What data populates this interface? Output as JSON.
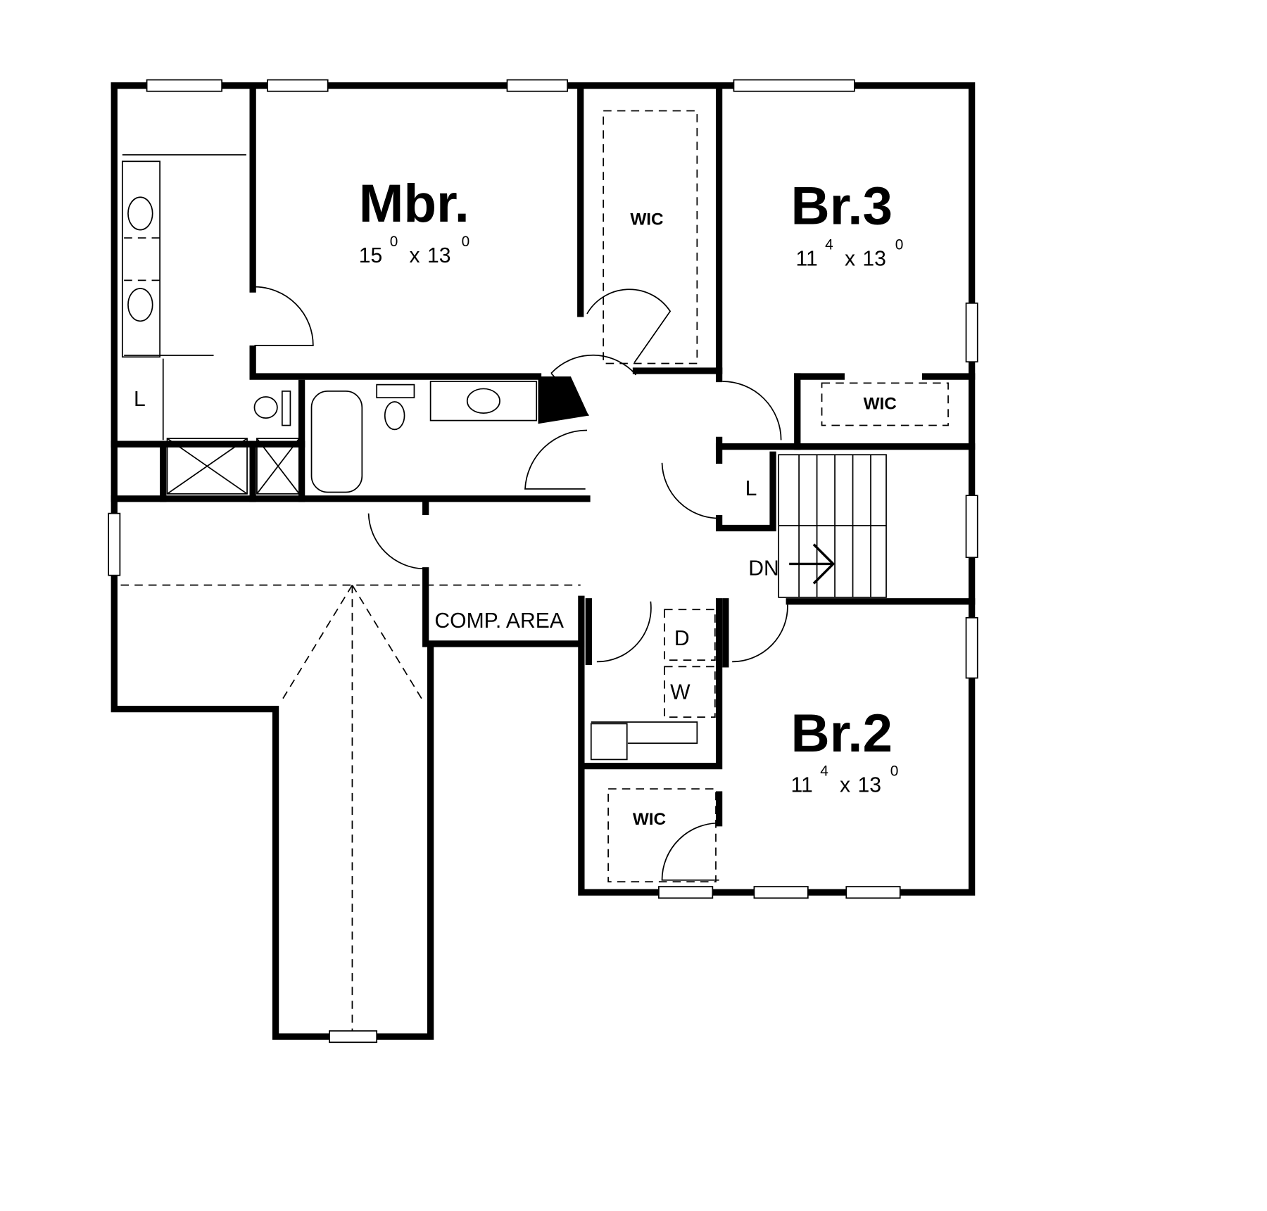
{
  "rooms": {
    "mbr": {
      "name": "Mbr.",
      "dim_w": "15",
      "dim_w_in": "0",
      "dim_x": "x",
      "dim_d": "13",
      "dim_d_in": "0"
    },
    "br3": {
      "name": "Br.3",
      "dim_w": "11",
      "dim_w_in": "4",
      "dim_x": "x",
      "dim_d": "13",
      "dim_d_in": "0"
    },
    "br2": {
      "name": "Br.2",
      "dim_w": "11",
      "dim_w_in": "4",
      "dim_x": "x",
      "dim_d": "13",
      "dim_d_in": "0"
    }
  },
  "labels": {
    "wic_mbr": "WIC",
    "wic_br3": "WIC",
    "wic_br2": "WIC",
    "linen_bath": "L",
    "linen_hall": "L",
    "comp_area": "COMP. AREA",
    "stairs_down": "DN",
    "dryer": "D",
    "washer": "W"
  }
}
